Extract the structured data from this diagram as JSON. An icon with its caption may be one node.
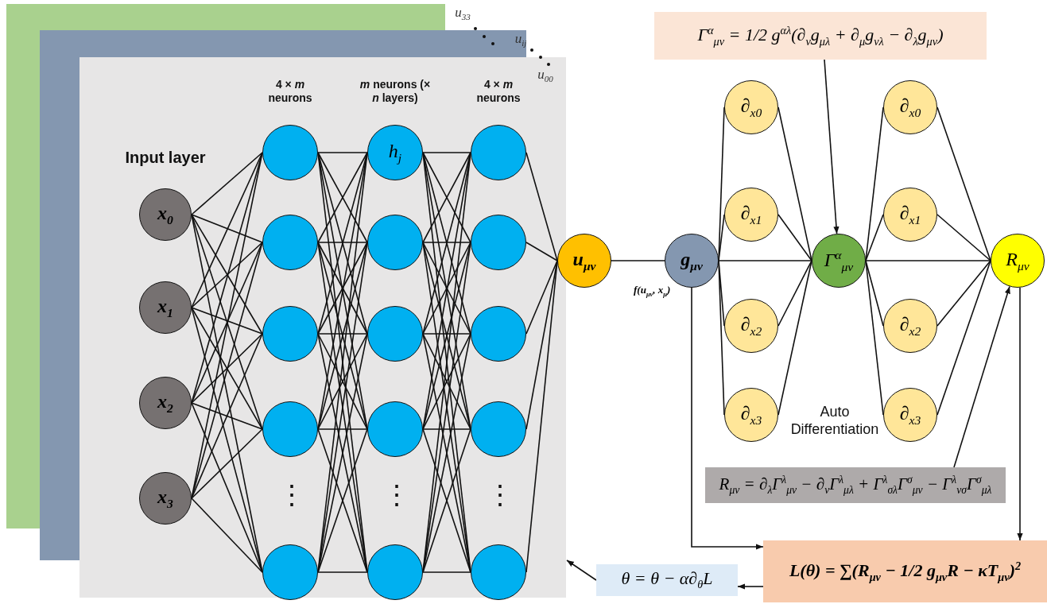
{
  "diagram": {
    "nodes": [
      {
        "text": [
          "x$_{0}$"
        ]
      },
      {
        "text": [
          "x$_{1}$"
        ]
      },
      {
        "text": [
          "x$_{2}$"
        ]
      },
      {
        "text": [
          "x$_{3}$"
        ]
      },
      {
        "text": [],
        "shape": "circle"
      },
      {
        "text": [],
        "shape": "circle"
      },
      {
        "text": [],
        "shape": "circle"
      },
      {
        "text": [],
        "shape": "circle"
      },
      {
        "text": [],
        "shape": "circle"
      },
      {
        "text": [
          "h$_{j}$"
        ]
      },
      {
        "text": [],
        "shape": "circle"
      },
      {
        "text": [],
        "shape": "circle"
      },
      {
        "text": [],
        "shape": "circle"
      },
      {
        "text": [],
        "shape": "circle"
      },
      {
        "text": [],
        "shape": "circle"
      },
      {
        "text": [],
        "shape": "circle"
      },
      {
        "text": [],
        "shape": "circle"
      },
      {
        "text": [],
        "shape": "circle"
      },
      {
        "text": [],
        "shape": "circle"
      },
      {
        "text": [
          "u$_{μν}$"
        ]
      },
      {
        "text": [
          "g$_{μν}$"
        ]
      },
      {
        "text": [
          "∂$_{x0}$"
        ]
      },
      {
        "text": [
          "∂$_{x1}$"
        ]
      },
      {
        "text": [
          "∂$_{x2}$"
        ]
      },
      {
        "text": [
          "∂$_{x3}$"
        ]
      },
      {
        "text": [
          "Γ$^{α}$$_{μν}$"
        ]
      },
      {
        "text": [
          "∂$_{x0}$"
        ]
      },
      {
        "text": [
          "∂$_{x1}$"
        ]
      },
      {
        "text": [
          "∂$_{x2}$"
        ]
      },
      {
        "text": [
          "∂$_{x3}$"
        ]
      },
      {
        "text": [
          "R$_{μν}$"
        ]
      },
      {
        "text": [
          "Γ$^{α}$$_{μν}$ = 1/2 g$^{αλ}$(∂$_{ν}$g$_{μλ}$ + ∂$_{μ}$g$_{νλ}$ − ∂$_{λ}$g$_{μν}$)"
        ]
      },
      {
        "text": [
          "R$_{μν}$ = ∂$_{λ}$Γ$^{λ}$$_{μν}$ − ∂$_{ν}$Γ$^{λ}$$_{μλ}$ + Γ$^{λ}$$_{σλ}$Γ$^{σ}$$_{μν}$ − Γ$^{λ}$$_{νσ}$Γ$^{σ}$$_{μλ}$"
        ]
      },
      {
        "text": [
          "L(θ) = ∑(R$_{μν}$ − 1/2 g$_{μν}$R − κT$_{μν}$)$^{2}$"
        ]
      },
      {
        "text": [
          "θ = θ − α∂$_{θ}$L"
        ]
      }
    ],
    "edges": [
      {
        "from": 0,
        "to": 4,
        "arrow": "none"
      },
      {
        "from": 0,
        "to": 5,
        "arrow": "none"
      },
      {
        "from": 0,
        "to": 6,
        "arrow": "none"
      },
      {
        "from": 0,
        "to": 7,
        "arrow": "none"
      },
      {
        "from": 0,
        "to": 8,
        "arrow": "none"
      },
      {
        "from": 1,
        "to": 4,
        "arrow": "none"
      },
      {
        "from": 1,
        "to": 5,
        "arrow": "none"
      },
      {
        "from": 1,
        "to": 6,
        "arrow": "none"
      },
      {
        "from": 1,
        "to": 7,
        "arrow": "none"
      },
      {
        "from": 1,
        "to": 8,
        "arrow": "none"
      },
      {
        "from": 2,
        "to": 4,
        "arrow": "none"
      },
      {
        "from": 2,
        "to": 5,
        "arrow": "none"
      },
      {
        "from": 2,
        "to": 6,
        "arrow": "none"
      },
      {
        "from": 2,
        "to": 7,
        "arrow": "none"
      },
      {
        "from": 2,
        "to": 8,
        "arrow": "none"
      },
      {
        "from": 3,
        "to": 4,
        "arrow": "none"
      },
      {
        "from": 3,
        "to": 5,
        "arrow": "none"
      },
      {
        "from": 3,
        "to": 6,
        "arrow": "none"
      },
      {
        "from": 3,
        "to": 7,
        "arrow": "none"
      },
      {
        "from": 3,
        "to": 8,
        "arrow": "none"
      },
      {
        "from": 4,
        "to": 9,
        "arrow": "none"
      },
      {
        "from": 4,
        "to": 10,
        "arrow": "none"
      },
      {
        "from": 4,
        "to": 11,
        "arrow": "none"
      },
      {
        "from": 4,
        "to": 12,
        "arrow": "none"
      },
      {
        "from": 4,
        "to": 13,
        "arrow": "none"
      },
      {
        "from": 5,
        "to": 9,
        "arrow": "none"
      },
      {
        "from": 5,
        "to": 10,
        "arrow": "none"
      },
      {
        "from": 5,
        "to": 11,
        "arrow": "none"
      },
      {
        "from": 5,
        "to": 12,
        "arrow": "none"
      },
      {
        "from": 5,
        "to": 13,
        "arrow": "none"
      },
      {
        "from": 6,
        "to": 9,
        "arrow": "none"
      },
      {
        "from": 6,
        "to": 10,
        "arrow": "none"
      },
      {
        "from": 6,
        "to": 11,
        "arrow": "none"
      },
      {
        "from": 6,
        "to": 12,
        "arrow": "none"
      },
      {
        "from": 6,
        "to": 13,
        "arrow": "none"
      },
      {
        "from": 7,
        "to": 9,
        "arrow": "none"
      },
      {
        "from": 7,
        "to": 10,
        "arrow": "none"
      },
      {
        "from": 7,
        "to": 11,
        "arrow": "none"
      },
      {
        "from": 7,
        "to": 12,
        "arrow": "none"
      },
      {
        "from": 7,
        "to": 13,
        "arrow": "none"
      },
      {
        "from": 8,
        "to": 9,
        "arrow": "none"
      },
      {
        "from": 8,
        "to": 10,
        "arrow": "none"
      },
      {
        "from": 8,
        "to": 11,
        "arrow": "none"
      },
      {
        "from": 8,
        "to": 12,
        "arrow": "none"
      },
      {
        "from": 8,
        "to": 13,
        "arrow": "none"
      },
      {
        "from": 9,
        "to": 14,
        "arrow": "none"
      },
      {
        "from": 9,
        "to": 15,
        "arrow": "none"
      },
      {
        "from": 9,
        "to": 16,
        "arrow": "none"
      },
      {
        "from": 9,
        "to": 17,
        "arrow": "none"
      },
      {
        "from": 9,
        "to": 18,
        "arrow": "none"
      },
      {
        "from": 10,
        "to": 14,
        "arrow": "none"
      },
      {
        "from": 10,
        "to": 15,
        "arrow": "none"
      },
      {
        "from": 10,
        "to": 16,
        "arrow": "none"
      },
      {
        "from": 10,
        "to": 17,
        "arrow": "none"
      },
      {
        "from": 10,
        "to": 18,
        "arrow": "none"
      },
      {
        "from": 11,
        "to": 14,
        "arrow": "none"
      },
      {
        "from": 11,
        "to": 15,
        "arrow": "none"
      },
      {
        "from": 11,
        "to": 16,
        "arrow": "none"
      },
      {
        "from": 11,
        "to": 17,
        "arrow": "none"
      },
      {
        "from": 11,
        "to": 18,
        "arrow": "none"
      },
      {
        "from": 12,
        "to": 14,
        "arrow": "none"
      },
      {
        "from": 12,
        "to": 15,
        "arrow": "none"
      },
      {
        "from": 12,
        "to": 16,
        "arrow": "none"
      },
      {
        "from": 12,
        "to": 17,
        "arrow": "none"
      },
      {
        "from": 12,
        "to": 18,
        "arrow": "none"
      },
      {
        "from": 13,
        "to": 14,
        "arrow": "none"
      },
      {
        "from": 13,
        "to": 15,
        "arrow": "none"
      },
      {
        "from": 13,
        "to": 16,
        "arrow": "none"
      },
      {
        "from": 13,
        "to": 17,
        "arrow": "none"
      },
      {
        "from": 13,
        "to": 18,
        "arrow": "none"
      },
      {
        "from": 14,
        "to": 19,
        "arrow": "none"
      },
      {
        "from": 15,
        "to": 19,
        "arrow": "none"
      },
      {
        "from": 16,
        "to": 19,
        "arrow": "none"
      },
      {
        "from": 17,
        "to": 19,
        "arrow": "none"
      },
      {
        "from": 18,
        "to": 19,
        "arrow": "none"
      },
      {
        "from": 19,
        "to": 20,
        "arrow": "none",
        "label": "f(u$_{μν}$, x$_{μ}$)"
      },
      {
        "from": 20,
        "to": 21,
        "arrow": "none"
      },
      {
        "from": 20,
        "to": 22,
        "arrow": "none"
      },
      {
        "from": 20,
        "to": 23,
        "arrow": "none"
      },
      {
        "from": 20,
        "to": 24,
        "arrow": "none"
      },
      {
        "from": 20,
        "to": 25,
        "arrow": "none"
      },
      {
        "from": 21,
        "to": 25,
        "arrow": "none"
      },
      {
        "from": 22,
        "to": 25,
        "arrow": "none"
      },
      {
        "from": 23,
        "to": 25,
        "arrow": "none"
      },
      {
        "from": 24,
        "to": 25,
        "arrow": "none"
      },
      {
        "from": 25,
        "to": 26,
        "arrow": "none"
      },
      {
        "from": 25,
        "to": 27,
        "arrow": "none"
      },
      {
        "from": 25,
        "to": 28,
        "arrow": "none"
      },
      {
        "from": 25,
        "to": 29,
        "arrow": "none"
      },
      {
        "from": 25,
        "to": 30,
        "arrow": "none"
      },
      {
        "from": 26,
        "to": 30,
        "arrow": "none"
      },
      {
        "from": 27,
        "to": 30,
        "arrow": "none"
      },
      {
        "from": 28,
        "to": 30,
        "arrow": "none"
      },
      {
        "from": 29,
        "to": 30,
        "arrow": "none"
      },
      {
        "from": 31,
        "to": 25,
        "arrow": "to"
      },
      {
        "from": 32,
        "to": 30,
        "arrow": "to"
      },
      {
        "from": 30,
        "to": 33,
        "arrow": "to"
      },
      {
        "from": 20,
        "to": 33,
        "arrow": "to"
      },
      {
        "from": 33,
        "to": 34,
        "arrow": "to"
      },
      {
        "from": 34,
        "to": null,
        "arrow": "to"
      }
    ],
    "labels": [
      "u$_{33}$",
      "u$_{ij}$",
      "u$_{00}$",
      "Input layer",
      "4 × *m* neurons",
      "*m* neurons (× *n* layers)",
      "4 × *m* neurons",
      "⋮",
      "⋮",
      "⋮",
      "Auto Differentiation"
    ]
  }
}
